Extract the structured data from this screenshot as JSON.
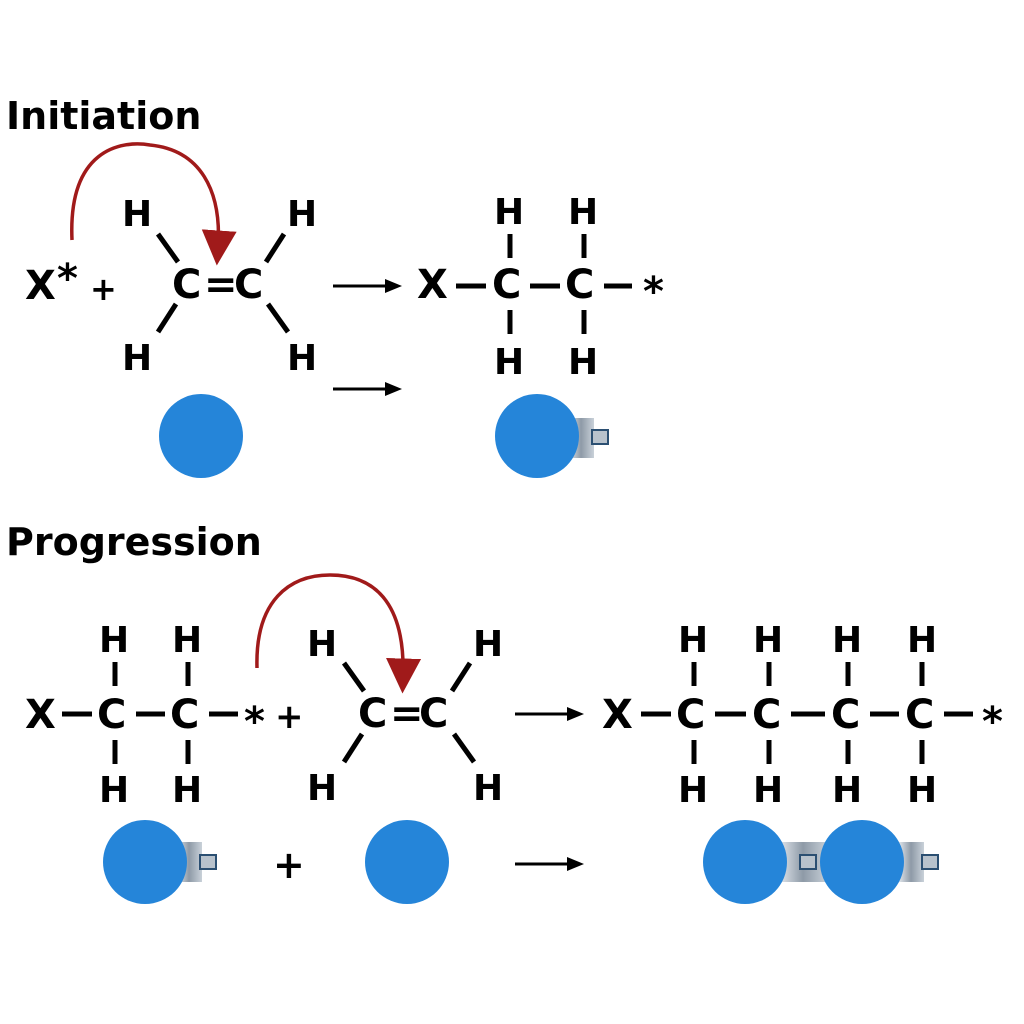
{
  "sections": {
    "initiation": {
      "title": "Initiation"
    },
    "progression": {
      "title": "Progression"
    }
  },
  "atoms": {
    "hydrogen": "H",
    "carbon": "C",
    "radical_group": "X",
    "radical_mark": "*",
    "plus": "+",
    "double_bond": "="
  },
  "colors": {
    "monomer_bead": "#2585d9",
    "arrow_curve": "#a01a1a",
    "connector": "#9aa6b3",
    "connector_edge": "#2b4f72",
    "text": "#000000"
  },
  "icons": {
    "reaction_arrow": "right-arrow-icon",
    "electron_push": "curved-arrow-icon",
    "monomer": "bead-icon",
    "connector": "connector-icon"
  }
}
